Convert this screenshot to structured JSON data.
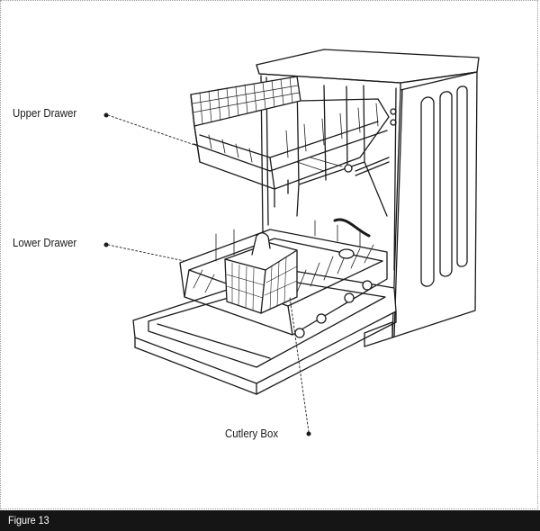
{
  "labels": {
    "upper_drawer": "Upper Drawer",
    "lower_drawer": "Lower Drawer",
    "cutlery_box": "Cutlery Box"
  },
  "caption": "Figure 13",
  "colors": {
    "line": "#1a1a1a",
    "caption_bar": "#151515",
    "caption_text": "#ffffff"
  }
}
